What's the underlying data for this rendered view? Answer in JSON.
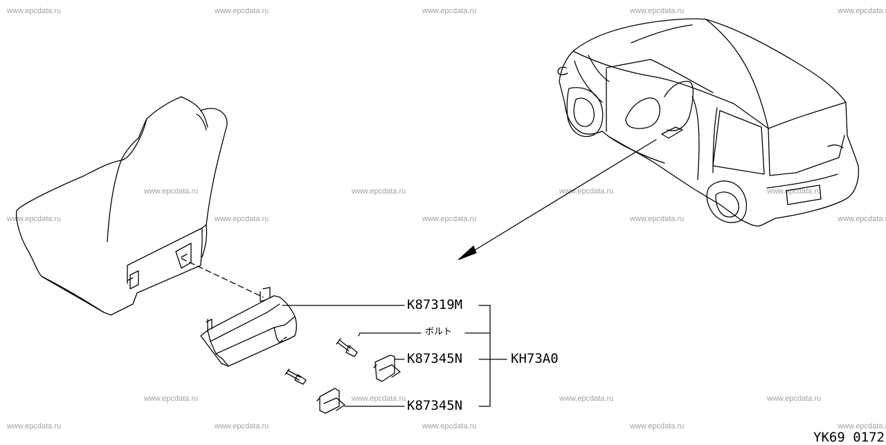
{
  "watermark": "www.epcdata.ru",
  "parts": {
    "bracket": "K87319M",
    "bolt": "ボルト",
    "clip_upper": "K87345N",
    "clip_lower": "K87345N",
    "assembly": "KH73A0"
  },
  "diagram_code": "YK69 0172"
}
